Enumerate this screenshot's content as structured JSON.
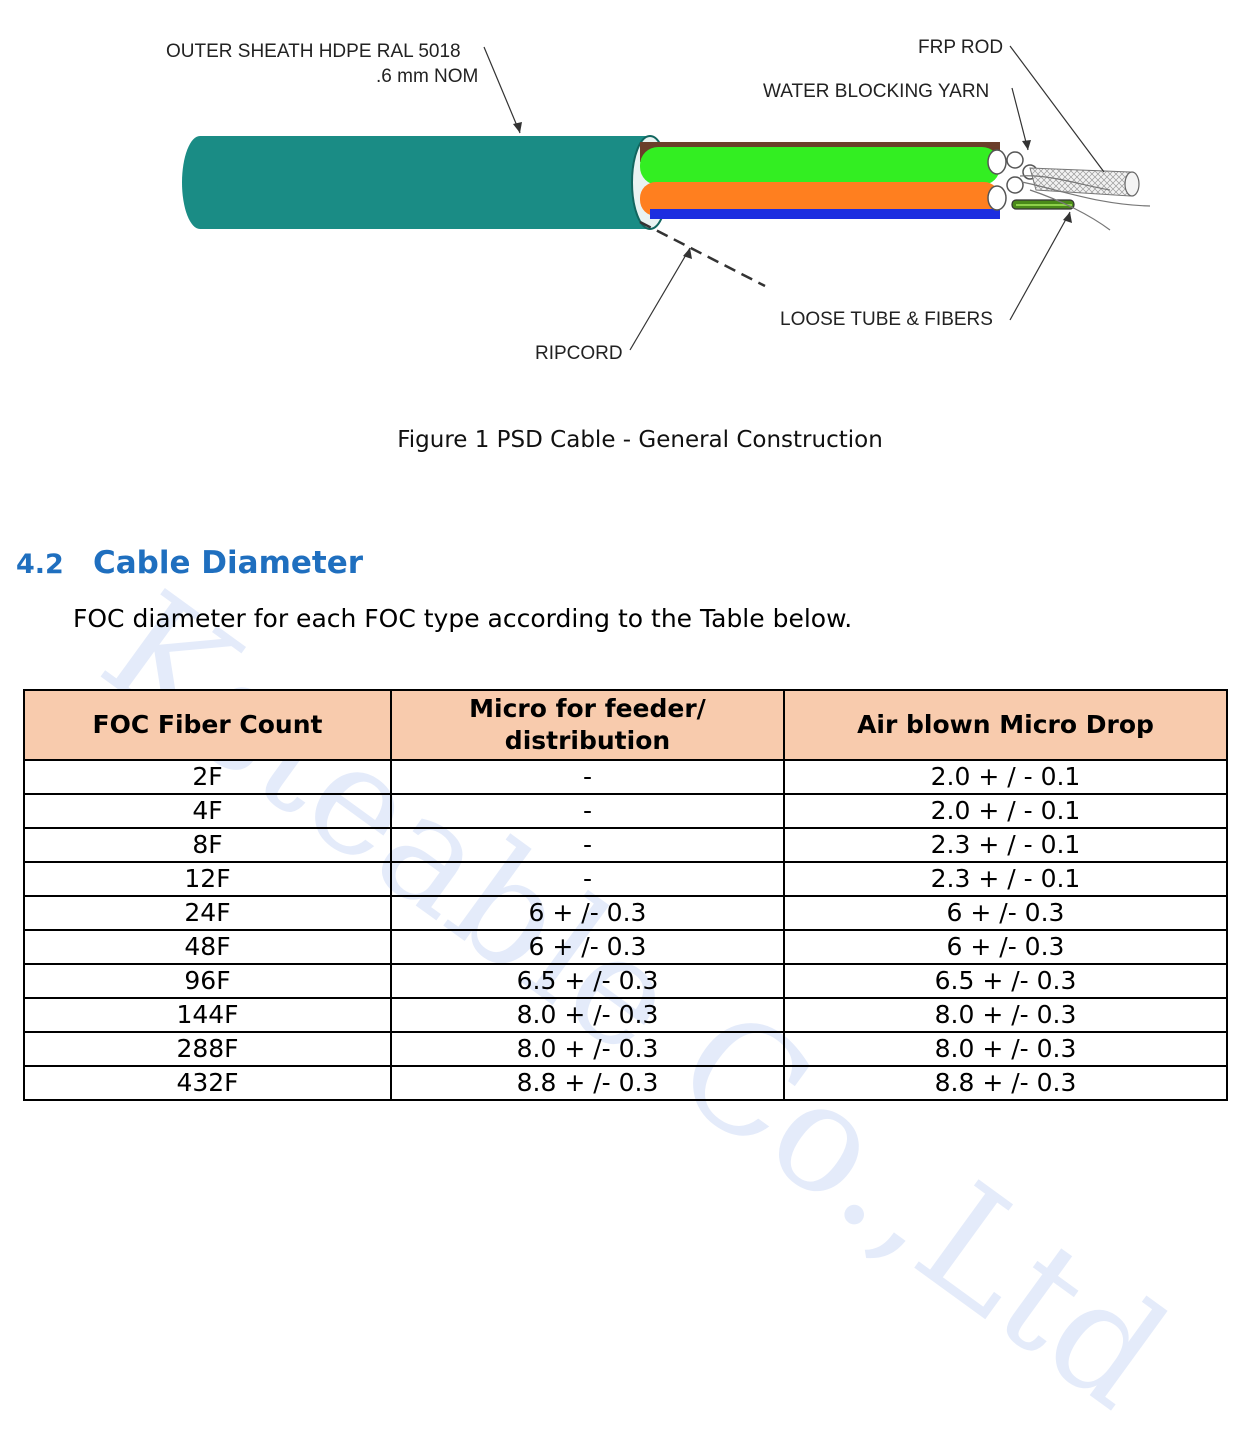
{
  "figure": {
    "labels": {
      "outer_sheath_line1": "OUTER SHEATH HDPE RAL 5018",
      "outer_sheath_line2": ".6 mm NOM",
      "frp_rod": "FRP ROD",
      "water_blocking_yarn": "WATER BLOCKING YARN",
      "loose_tube_fibers": "LOOSE TUBE & FIBERS",
      "ripcord": "RIPCORD"
    },
    "colors": {
      "sheath": "#1a8c85",
      "tube_green": "#33ee22",
      "tube_orange": "#ff7f1f",
      "tube_blue": "#1c2ee0",
      "tube_brown": "#6b3e2a"
    },
    "caption": "Figure 1 PSD Cable - General Construction"
  },
  "section": {
    "number": "4.2",
    "title": "Cable Diameter",
    "intro": "FOC diameter for each FOC type according to the Table below."
  },
  "table": {
    "header_color": "#f8cbad",
    "headers": [
      "FOC Fiber Count",
      "Micro for feeder/ distribution",
      "Air blown Micro Drop"
    ],
    "rows": [
      [
        "2F",
        "-",
        "2.0 + / - 0.1"
      ],
      [
        "4F",
        "-",
        "2.0 + / - 0.1"
      ],
      [
        "8F",
        "-",
        "2.3 + / - 0.1"
      ],
      [
        "12F",
        "-",
        "2.3 + / - 0.1"
      ],
      [
        "24F",
        "6 + /- 0.3",
        "6 + /- 0.3"
      ],
      [
        "48F",
        "6 + /- 0.3",
        "6 + /- 0.3"
      ],
      [
        "96F",
        "6.5 + /- 0.3",
        "6.5 + /- 0.3"
      ],
      [
        "144F",
        "8.0 + /- 0.3",
        "8.0 + /- 0.3"
      ],
      [
        "288F",
        "8.0 + /- 0.3",
        "8.0 + /- 0.3"
      ],
      [
        "432F",
        "8.8 + /- 0.3",
        "8.8 + /- 0.3"
      ]
    ]
  },
  "watermark": "Ksteable Co.,Ltd"
}
